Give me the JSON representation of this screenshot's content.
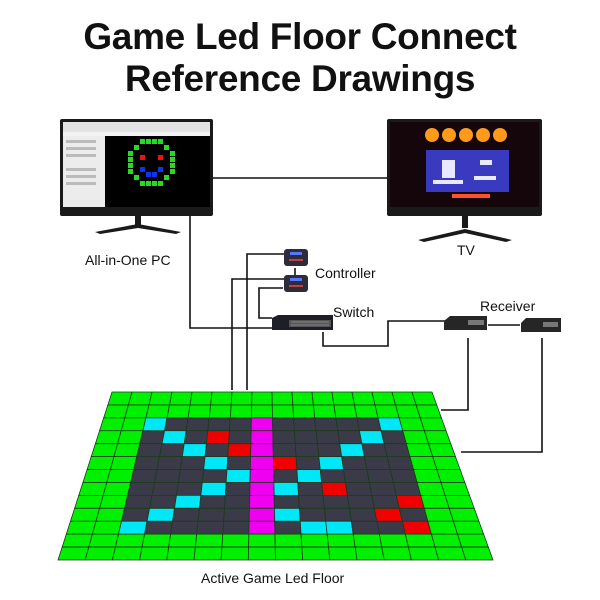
{
  "title": {
    "line1": "Game Led Floor Connect",
    "line2": "Reference Drawings"
  },
  "devices": {
    "pc": {
      "label": "All-in-One PC",
      "screen": "led-control-software-smiley"
    },
    "tv": {
      "label": "TV",
      "screen": "game-scoreboard-hearts"
    },
    "controller": {
      "label": "Controller",
      "count": 2
    },
    "switch": {
      "label": "Switch"
    },
    "receiver": {
      "label": "Receiver",
      "count": 2
    },
    "floor": {
      "label": "Active Game Led Floor"
    }
  },
  "colors": {
    "green": "#00f000",
    "dark": "#3a3a48",
    "cyan": "#00e8f8",
    "magenta": "#f000f0",
    "red": "#f00000",
    "wire": "#111111"
  },
  "floor_grid": {
    "cols": 16,
    "rows": 13,
    "border": 2,
    "inner": [
      "c....m.....c",
      ".c.r.m....c.",
      "..c.rm...c..",
      "...c.mr.c...",
      "....cm.c....",
      "...c.mc.r...",
      "..c..m.....r",
      ".c...mc...r.",
      "c....m.cc..r"
    ]
  }
}
